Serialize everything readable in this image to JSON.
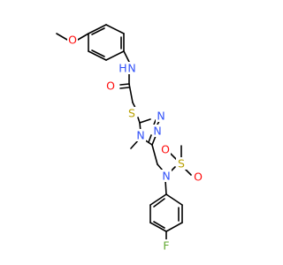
{
  "molecule": {
    "atom_labels": {
      "methoxy_O": "O",
      "amide_N": "N",
      "amide_H": "H",
      "carbonyl_O": "O",
      "thioether_S": "S",
      "triazole_N3": "N",
      "triazole_N4": "N",
      "triazole_N2": "N",
      "sulfonamide_N": "N",
      "sulfonyl_S": "S",
      "sulfonyl_O1": "O",
      "sulfonyl_O2": "O",
      "fluoro_F": "F"
    },
    "colors": {
      "bond": "#000000",
      "oxygen": "#ff0d0d",
      "nitrogen": "#3050f8",
      "sulfur": "#b8a000",
      "fluorine": "#60a830"
    }
  }
}
